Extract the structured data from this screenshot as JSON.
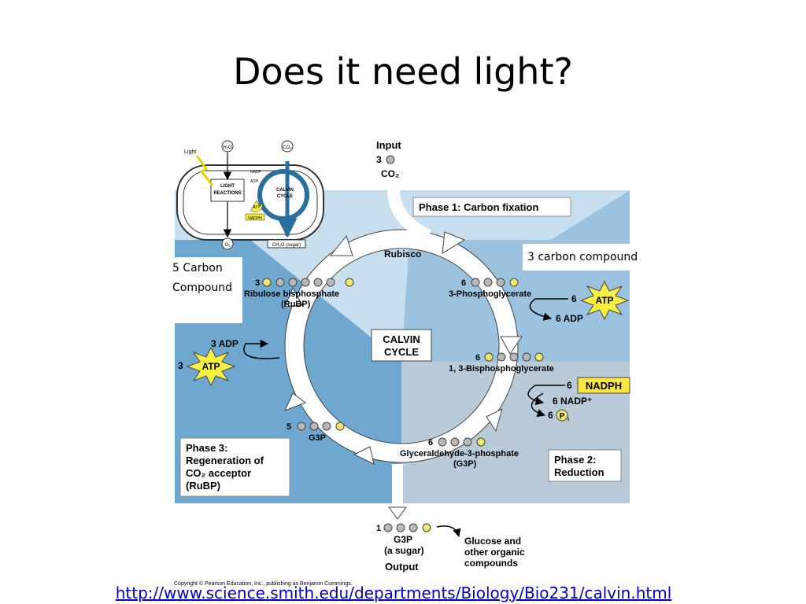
{
  "slide": {
    "title": "Does it need light?",
    "link": "http://www.science.smith.edu/departments/Biology/Bio231/calvin.html"
  },
  "inset": {
    "light": "Light",
    "h2o": "H₂O",
    "co2": "CO₂",
    "o2": "O₂",
    "nadp": "NADP",
    "adp": "ADP",
    "atp": "ATP",
    "nadph": "NADPH",
    "light_reactions": [
      "LIGHT",
      "REACTIONS"
    ],
    "calvin_cycle": [
      "CALVIN",
      "CYCLE"
    ],
    "sugar": "CH₂O (sugar)"
  },
  "cycle": {
    "input_label": "Input",
    "input_count": "3",
    "input_co2": "CO₂",
    "phase1": "Phase 1: Carbon fixation",
    "phase2": [
      "Phase 2:",
      "Reduction"
    ],
    "phase3": [
      "Phase 3:",
      "Regeneration of",
      "CO₂ acceptor",
      "(RuBP)"
    ],
    "center": [
      "CALVIN",
      "CYCLE"
    ],
    "rubisco": "Rubisco",
    "note_5c": [
      "5 Carbon",
      "Compound"
    ],
    "note_3c": "3 carbon compound",
    "rubp_count": "3",
    "rubp": [
      "Ribulose bisphosphate",
      "(RuBP)"
    ],
    "pga_count": "6",
    "pga": "3-Phosphoglycerate",
    "atp_in_count": "6",
    "atp": "ATP",
    "adp_out": "6 ADP",
    "bpg_count": "6",
    "bpg": "1, 3-Bisphosphoglycerate",
    "nadph_count": "6",
    "nadph": "NADPH",
    "nadp_out": "6 NADP⁺",
    "pi_out_count": "6",
    "pi": "P",
    "pi_sub": "i",
    "g3p6_count": "6",
    "g3p6": [
      "Glyceraldehyde-3-phosphate",
      "(G3P)"
    ],
    "g3p5_count": "5",
    "g3p5": "G3P",
    "regen_adp": "3 ADP",
    "regen_atp_count": "3",
    "output_count": "1",
    "output_g3p": [
      "G3P",
      "(a sugar)"
    ],
    "output_label": "Output",
    "glucose": [
      "Glucose and",
      "other organic",
      "compounds"
    ],
    "copyright": "Copyright © Pearson Education, Inc., publishing as Benjamin Cummings."
  },
  "colors": {
    "light_blue": "#c8dff0",
    "mid_blue": "#9bc3df",
    "dark_blue": "#6ea7cf",
    "grey_blue": "#b9cad8",
    "atp_yellow": "#f8f040",
    "nadph_yellow": "#f8e840"
  }
}
